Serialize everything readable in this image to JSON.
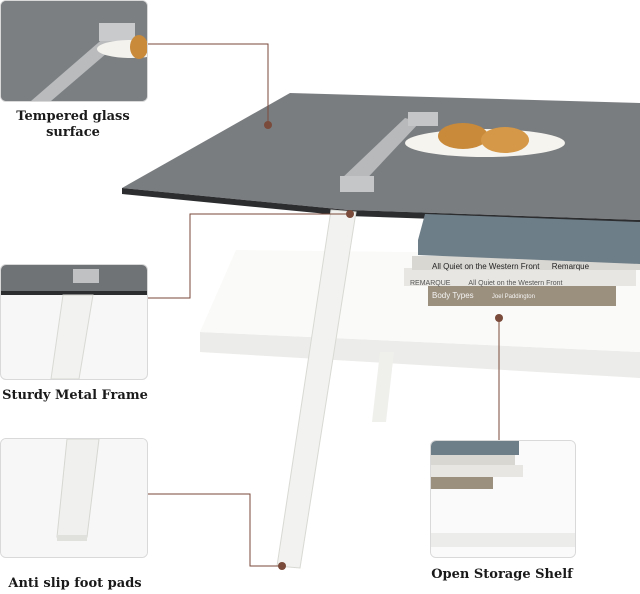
{
  "labels": {
    "glass": "Tempered glass surface",
    "frame": "Sturdy Metal Frame",
    "pads": "Anti slip foot pads",
    "shelf": "Open Storage Shelf"
  },
  "books": {
    "spine1": "All Quiet on the Western Front",
    "spine1_author": "Remarque",
    "spine2": "All Quiet on the Western Front",
    "spine2_author": "REMARQUE",
    "spine3": "Body Types",
    "spine3_author": "Joel Paddington"
  },
  "colors": {
    "glass": "#6f7275",
    "frame": "#f2f2f0",
    "shelf": "#f7f7f5",
    "leader": "#7a4a3a"
  }
}
